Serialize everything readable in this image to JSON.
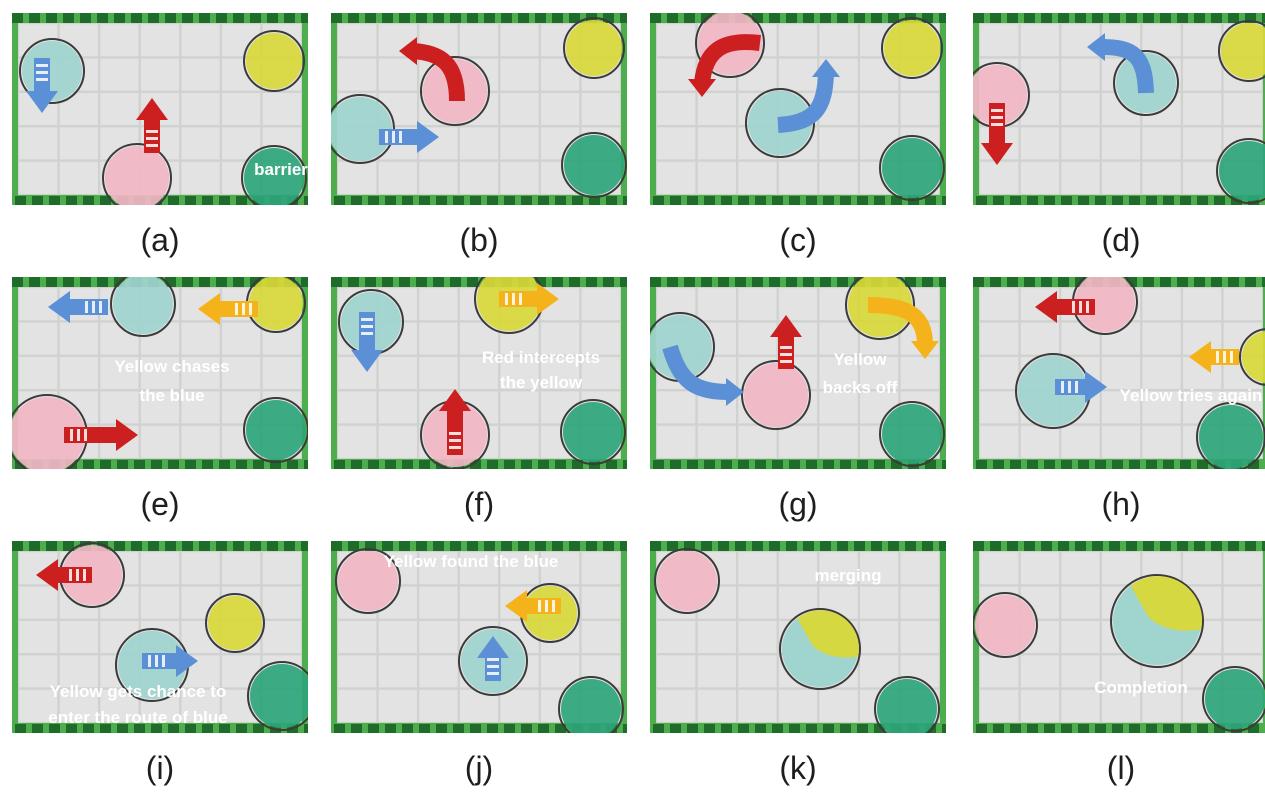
{
  "figure": {
    "panels": [
      {
        "id": "a",
        "label": "(a)",
        "annotations": [
          "barrier"
        ]
      },
      {
        "id": "b",
        "label": "(b)",
        "annotations": []
      },
      {
        "id": "c",
        "label": "(c)",
        "annotations": []
      },
      {
        "id": "d",
        "label": "(d)",
        "annotations": []
      },
      {
        "id": "e",
        "label": "(e)",
        "annotations": [
          "Yellow chases",
          "the blue"
        ]
      },
      {
        "id": "f",
        "label": "(f)",
        "annotations": [
          "Red intercepts",
          "the yellow"
        ]
      },
      {
        "id": "g",
        "label": "(g)",
        "annotations": [
          "Yellow",
          "backs off"
        ]
      },
      {
        "id": "h",
        "label": "(h)",
        "annotations": [
          "Yellow tries again"
        ]
      },
      {
        "id": "i",
        "label": "(i)",
        "annotations": [
          "Yellow gets chance to",
          "enter the route of blue"
        ]
      },
      {
        "id": "j",
        "label": "(j)",
        "annotations": [
          "Yellow found the blue"
        ]
      },
      {
        "id": "k",
        "label": "(k)",
        "annotations": [
          "merging"
        ]
      },
      {
        "id": "l",
        "label": "(l)",
        "annotations": [
          "Completion"
        ]
      }
    ]
  },
  "colors": {
    "blue_droplet": "#9fd4cf",
    "red_droplet": "#f2b6c4",
    "yellow_droplet": "#d9d83a",
    "barrier": "#2ea579",
    "blue_arrow": "#5b8fd6",
    "red_arrow": "#cc2020",
    "yellow_arrow": "#f5b31b",
    "board_green": "#4cae4c",
    "board_tile": "#e3e3e3"
  }
}
